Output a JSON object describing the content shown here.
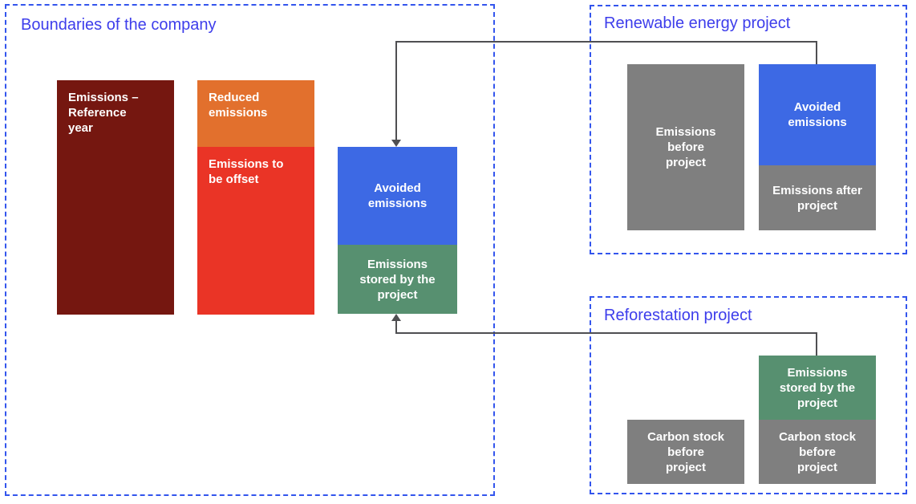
{
  "company": {
    "title": "Boundaries of the company",
    "bars": {
      "reference_year": [
        "Emissions –",
        "Reference",
        "year"
      ],
      "reduced": [
        "Reduced",
        "emissions"
      ],
      "to_offset": [
        "Emissions to",
        "be offset"
      ],
      "avoided": [
        "Avoided",
        "emissions"
      ],
      "stored": [
        "Emissions",
        "stored by the",
        "project"
      ]
    }
  },
  "renewable": {
    "title": "Renewable energy project",
    "bars": {
      "before": [
        "Emissions",
        "before",
        "project"
      ],
      "avoided": [
        "Avoided",
        "emissions"
      ],
      "after": [
        "Emissions after",
        "project"
      ]
    }
  },
  "reforestation": {
    "title": "Reforestation project",
    "bars": {
      "stored": [
        "Emissions",
        "stored by the",
        "project"
      ],
      "carbon_stock_left": [
        "Carbon stock",
        "before",
        "project"
      ],
      "carbon_stock_right": [
        "Carbon stock",
        "before",
        "project"
      ]
    }
  },
  "palette": {
    "dark_red": "#751710",
    "orange": "#e2702d",
    "red": "#ea3426",
    "blue": "#3d69e4",
    "green": "#579070",
    "gray": "#7f7f7f",
    "accent_text": "#3d3deb",
    "border_blue": "#3355ed",
    "connector": "#4f4f52",
    "label_text": "#ffffff",
    "background": "#ffffff"
  }
}
